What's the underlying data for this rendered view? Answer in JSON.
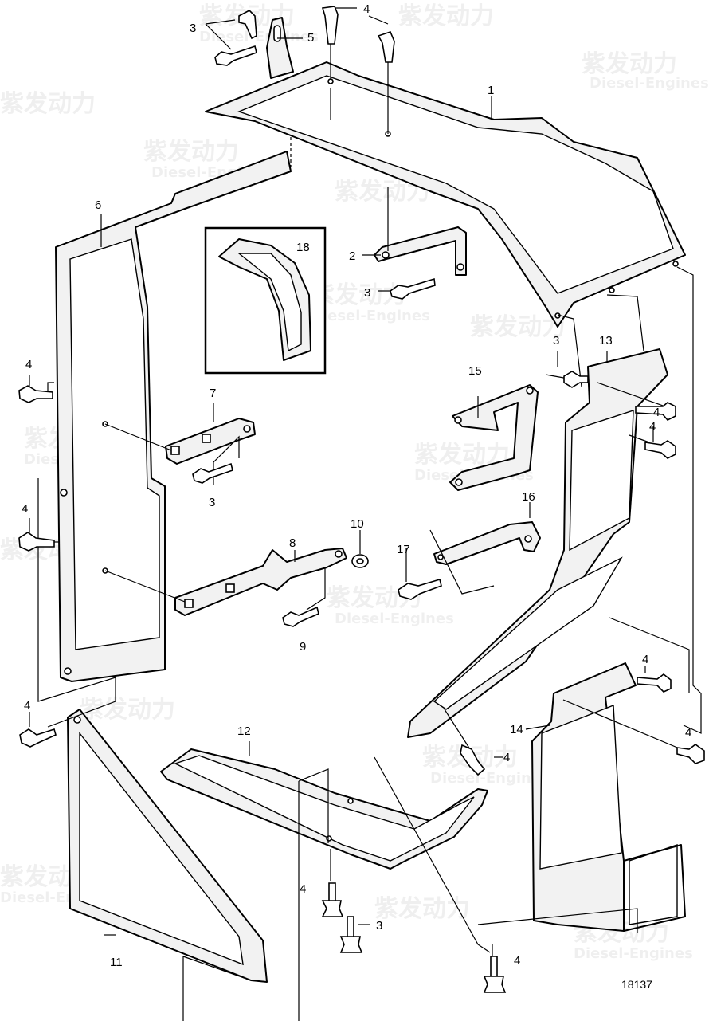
{
  "diagram": {
    "reference_number": "18137",
    "watermark": {
      "brand": "紫发动力",
      "subtitle": "Diesel-Engines"
    },
    "callouts": {
      "c1": "1",
      "c2": "2",
      "c3a": "3",
      "c3b": "3",
      "c3c": "3",
      "c3d": "3",
      "c3e": "3",
      "c4a": "4",
      "c4b": "4",
      "c4c": "4",
      "c4d": "4",
      "c4e": "4",
      "c4f": "4",
      "c4g": "4",
      "c4h": "4",
      "c4i": "4",
      "c4j": "4",
      "c4k": "4",
      "c5": "5",
      "c6": "6",
      "c7": "7",
      "c8": "8",
      "c9": "9",
      "c10": "10",
      "c11": "11",
      "c12": "12",
      "c13": "13",
      "c14": "14",
      "c15": "15",
      "c16": "16",
      "c17": "17",
      "c18": "18"
    }
  }
}
